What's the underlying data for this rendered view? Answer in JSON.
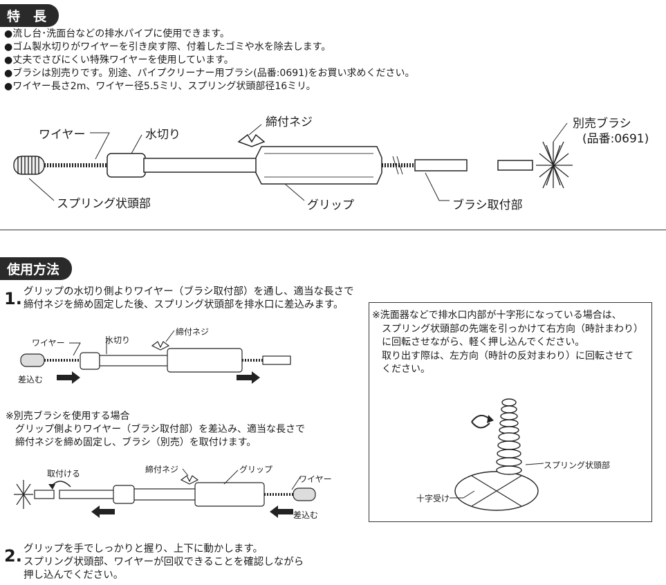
{
  "sections": {
    "features_title": "特　長",
    "usage_title": "使用方法"
  },
  "features": [
    "●流し台･洗面台などの排水パイプに使用できます。",
    "●ゴム製水切りがワイヤーを引き戻す際、付着したゴミや水を除去します。",
    "●丈夫でさびにくい特殊ワイヤーを使用しています。",
    "●ブラシは別売りです。別途、パイプクリーナー用ブラシ(品番:0691)をお買い求めください。",
    "●ワイヤー長さ2m、ワイヤー径5.5ミリ、スプリング状頭部径16ミリ。"
  ],
  "diagram_main": {
    "wire": "ワイヤー",
    "drain_cover": "水切り",
    "screw": "締付ネジ",
    "brush_sold": "別売ブラシ",
    "brush_code": "(品番:0691)",
    "spring_head": "スプリング状頭部",
    "grip": "グリップ",
    "brush_mount": "ブラシ取付部"
  },
  "step1": {
    "number": "1.",
    "lines": [
      "グリップの水切り側よりワイヤー（ブラシ取付部）を通し、適当な長さで",
      "締付ネジを締め固定した後、スプリング状頭部を排水口に差込みます。"
    ],
    "diagram": {
      "wire": "ワイヤー",
      "drain_cover": "水切り",
      "screw": "締付ネジ",
      "insert": "差込む"
    }
  },
  "brush_case": {
    "lines": [
      "※別売ブラシを使用する場合",
      "　グリップ側よりワイヤー（ブラシ取付部）を差込み、適当な長さで",
      "　締付ネジを締め固定し、ブラシ（別売）を取付けます。"
    ],
    "diagram": {
      "attach": "取付ける",
      "screw": "締付ネジ",
      "grip": "グリップ",
      "wire": "ワイヤー",
      "insert": "差込む"
    }
  },
  "note": {
    "lines": [
      "※洗面器などで排水口内部が十字形になっている場合は、",
      "　スプリング状頭部の先端を引っかけて右方向（時計まわり）",
      "　に回転させながら、軽く押し込んでください。",
      "　取り出す際は、左方向（時計の反対まわり）に回転させて",
      "　ください。"
    ],
    "spring_head": "スプリング状頭部",
    "cross_plate": "十字受け"
  },
  "step2": {
    "number": "2.",
    "lines": [
      "グリップを手でしっかりと握り、上下に動かします。",
      "スプリング状頭部、ワイヤーが回収できることを確認しながら",
      "押し込んでください。"
    ]
  }
}
